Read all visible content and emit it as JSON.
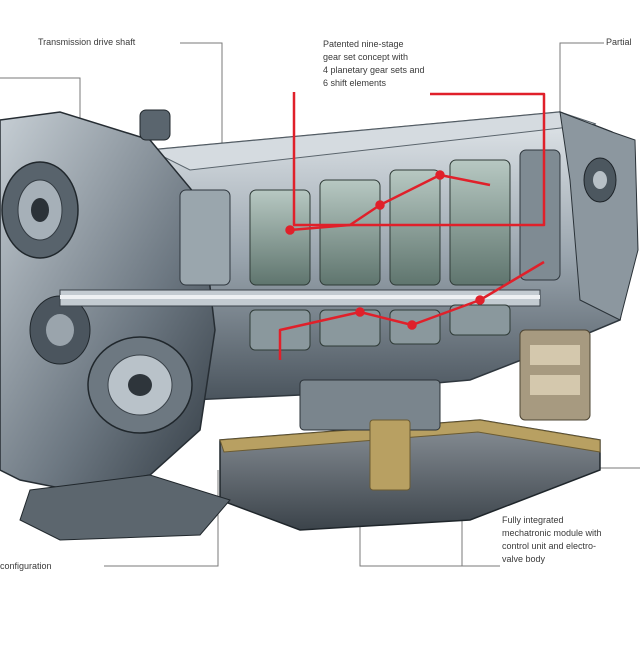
{
  "labels": {
    "drive_shaft": "Transmission drive shaft",
    "gear_set": [
      "Patented nine-stage",
      "gear set concept with",
      "4 planetary gear sets and",
      "6 shift elements"
    ],
    "partial": "Partial",
    "configuration": "configuration",
    "mechatronics": [
      "Fully integrated",
      "mechatronic module with",
      "control unit and electro-",
      "valve body"
    ]
  },
  "colors": {
    "housing_dark": "#3c4650",
    "housing_mid": "#7d8893",
    "housing_light": "#c9d0d6",
    "gear_green": "#8fa7a0",
    "oil_pan_gold": "#b8a062",
    "flow_red": "#e0202a",
    "leader_gray": "#7a7a7a"
  }
}
